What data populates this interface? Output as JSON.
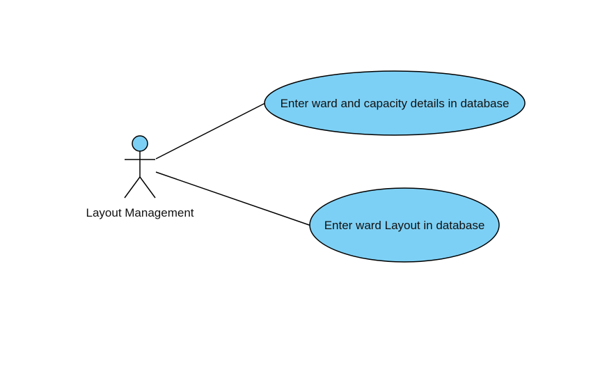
{
  "actor": {
    "label": "Layout Management"
  },
  "use_cases": [
    {
      "label": "Enter ward and capacity details in database"
    },
    {
      "label": "Enter ward Layout in database"
    }
  ],
  "colors": {
    "fill": "#7dd0f5",
    "stroke": "#000000",
    "text": "#111111",
    "background": "#ffffff"
  }
}
